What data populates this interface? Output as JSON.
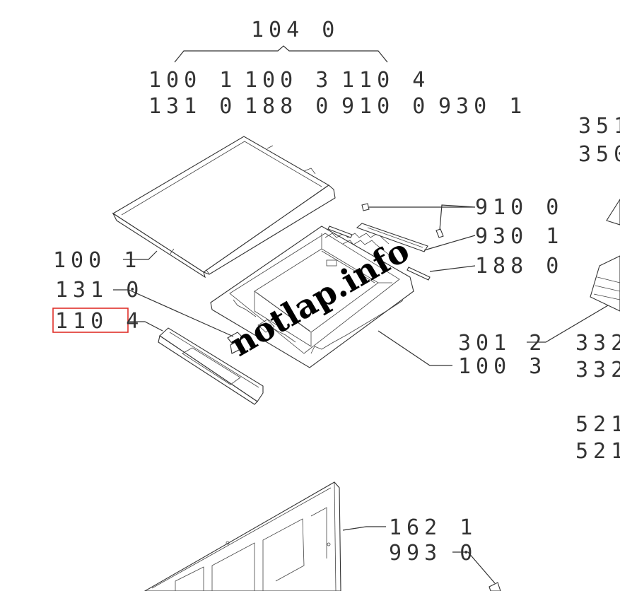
{
  "group": {
    "code": "104 0",
    "members_row1": [
      "100 1",
      "100 3",
      "110 4"
    ],
    "members_row2": [
      "131 0",
      "188 0",
      "910 0",
      "930 1"
    ]
  },
  "callouts": {
    "top_cover": "100 1",
    "hinge": "131 0",
    "handle": "110 4",
    "screw": "910 0",
    "bracket": "930 1",
    "pin": "188 0",
    "frame": "100 3",
    "link_right": "301 2",
    "back_panel_a": "162 1",
    "back_panel_b": "993 0"
  },
  "edge_right": [
    "351",
    "350",
    "332",
    "332",
    "521",
    "521"
  ],
  "highlight": {
    "label": "110 4",
    "color": "#e0302a"
  },
  "watermark": "notlap.info"
}
